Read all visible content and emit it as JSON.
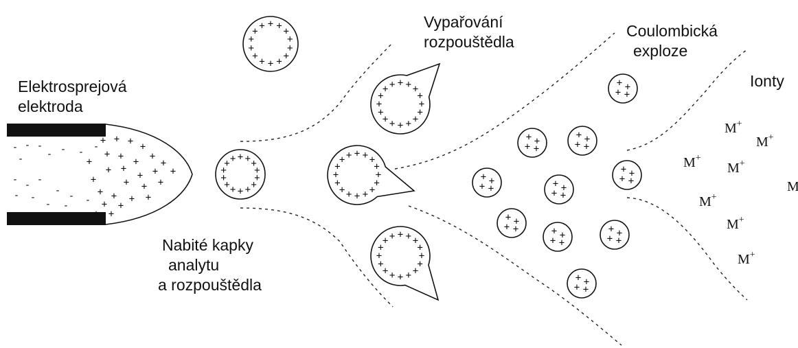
{
  "labels": {
    "electrode_line1": "Elektrosprejová",
    "electrode_line2": "elektroda",
    "droplets_line1": "Nabité kapky",
    "droplets_line2": "analytu",
    "droplets_line3": "a rozpouštědla",
    "evaporation_line1": "Vypařování",
    "evaporation_line2": "rozpouštědla",
    "coulomb_line1": "Coulombická",
    "coulomb_line2": "exploze",
    "ions": "Ionty"
  },
  "symbols": {
    "plus": "+",
    "minus": "-",
    "ion_base": "M",
    "ion_charge": "+"
  },
  "colors": {
    "ink": "#111111",
    "background": "#ffffff"
  }
}
